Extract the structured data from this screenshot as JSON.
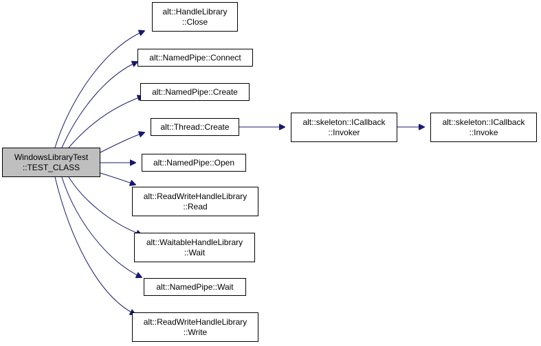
{
  "diagram": {
    "edge_color": "#191970",
    "root_fill": "#bfbfbf",
    "nodes": [
      {
        "id": "root",
        "lines": [
          "WindowsLibraryTest",
          "::TEST_CLASS"
        ]
      },
      {
        "id": "handle-close",
        "lines": [
          "alt::HandleLibrary",
          "::Close"
        ]
      },
      {
        "id": "pipe-connect",
        "lines": [
          "alt::NamedPipe::Connect"
        ]
      },
      {
        "id": "pipe-create",
        "lines": [
          "alt::NamedPipe::Create"
        ]
      },
      {
        "id": "thread-create",
        "lines": [
          "alt::Thread::Create"
        ]
      },
      {
        "id": "callback-invoker",
        "lines": [
          "alt::skeleton::ICallback",
          "::Invoker"
        ]
      },
      {
        "id": "callback-invoke",
        "lines": [
          "alt::skeleton::ICallback",
          "::Invoke"
        ]
      },
      {
        "id": "pipe-open",
        "lines": [
          "alt::NamedPipe::Open"
        ]
      },
      {
        "id": "rw-read",
        "lines": [
          "alt::ReadWriteHandleLibrary",
          "::Read"
        ]
      },
      {
        "id": "waitable-wait",
        "lines": [
          "alt::WaitableHandleLibrary",
          "::Wait"
        ]
      },
      {
        "id": "pipe-wait",
        "lines": [
          "alt::NamedPipe::Wait"
        ]
      },
      {
        "id": "rw-write",
        "lines": [
          "alt::ReadWriteHandleLibrary",
          "::Write"
        ]
      }
    ],
    "edges": [
      {
        "from": "root",
        "to": "handle-close"
      },
      {
        "from": "root",
        "to": "pipe-connect"
      },
      {
        "from": "root",
        "to": "pipe-create"
      },
      {
        "from": "root",
        "to": "thread-create"
      },
      {
        "from": "root",
        "to": "pipe-open"
      },
      {
        "from": "root",
        "to": "rw-read"
      },
      {
        "from": "root",
        "to": "waitable-wait"
      },
      {
        "from": "root",
        "to": "pipe-wait"
      },
      {
        "from": "root",
        "to": "rw-write"
      },
      {
        "from": "thread-create",
        "to": "callback-invoker"
      },
      {
        "from": "callback-invoker",
        "to": "callback-invoke"
      }
    ]
  }
}
